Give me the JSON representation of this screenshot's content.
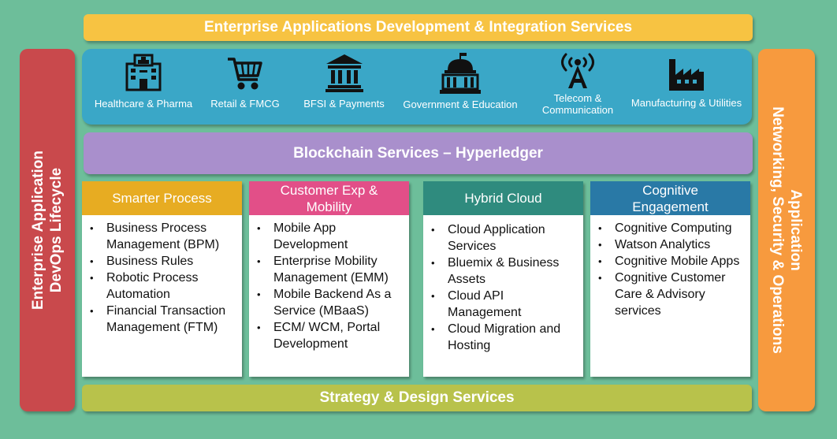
{
  "top_banner": "Enterprise Applications Development & Integration Services",
  "left_bar": {
    "line1": "Enterprise Application",
    "line2": "DevOps Lifecycle"
  },
  "right_bar": {
    "line1": "Application",
    "line2": "Networking, Security & Operations"
  },
  "industries": [
    {
      "icon": "hospital-icon",
      "label": "Healthcare & Pharma"
    },
    {
      "icon": "shopping-cart-icon",
      "label": "Retail & FMCG"
    },
    {
      "icon": "bank-icon",
      "label": "BFSI & Payments"
    },
    {
      "icon": "government-building-icon",
      "label": "Government & Education"
    },
    {
      "icon": "telecom-tower-icon",
      "label_line1": "Telecom &",
      "label_line2": "Communication"
    },
    {
      "icon": "factory-icon",
      "label": "Manufacturing & Utilities"
    }
  ],
  "blockchain": "Blockchain Services – Hyperledger",
  "columns": [
    {
      "head_line1": "Smarter Process",
      "items": [
        "Business Process Management (BPM)",
        "Business Rules",
        "Robotic Process Automation",
        "Financial Transaction Management (FTM)"
      ]
    },
    {
      "head_line1": "Customer Exp &",
      "head_line2": "Mobility",
      "items": [
        "Mobile App Development",
        "Enterprise Mobility Management (EMM)",
        "Mobile Backend As a Service (MBaaS)",
        "ECM/ WCM, Portal Development"
      ]
    },
    {
      "head_line1": "Hybrid Cloud",
      "items": [
        "Cloud Application Services",
        "Bluemix & Business Assets",
        "Cloud API Management",
        "Cloud Migration and Hosting"
      ]
    },
    {
      "head_line1": "Cognitive",
      "head_line2": "Engagement",
      "items": [
        "Cognitive Computing",
        "Watson Analytics",
        "Cognitive Mobile Apps",
        "Cognitive Customer Care & Advisory services"
      ]
    }
  ],
  "strategy": "Strategy & Design Services",
  "colors": {
    "background": "#6dbe9a",
    "top_banner": "#f7c342",
    "left_bar": "#c9494c",
    "right_bar": "#f79a3e",
    "industries": "#3aa7c7",
    "blockchain": "#a98fcc",
    "smarter_process": "#e7ac22",
    "customer_exp": "#e24f88",
    "hybrid_cloud": "#2f8b7e",
    "cognitive": "#2979a6",
    "strategy": "#b8c24b"
  }
}
